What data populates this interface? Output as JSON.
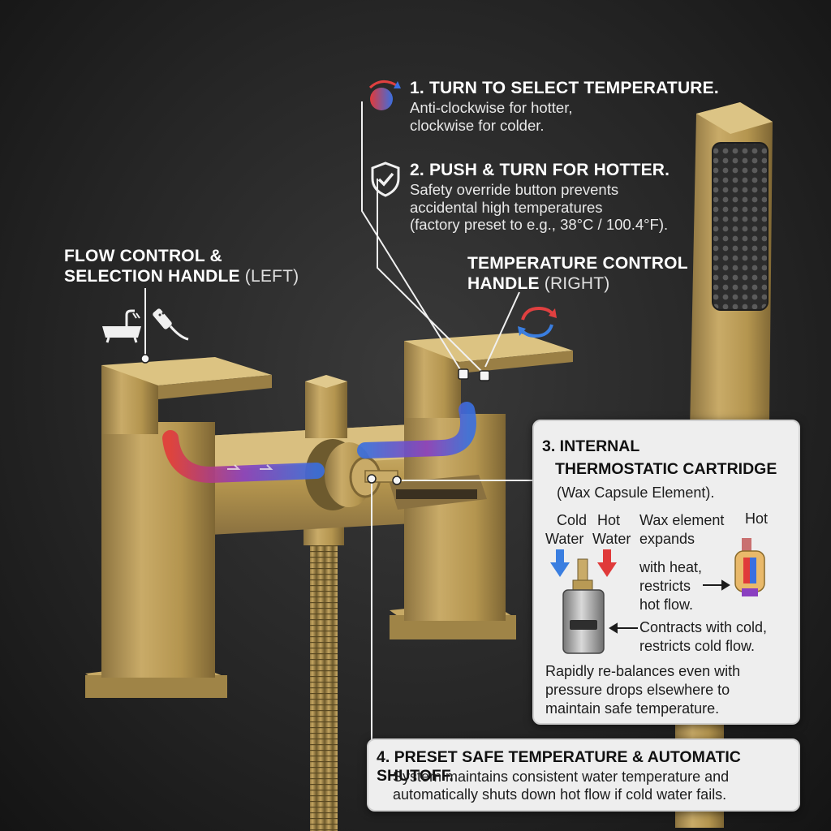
{
  "step1": {
    "title": "1. TURN TO SELECT TEMPERATURE.",
    "line1": "Anti-clockwise for hotter,",
    "line2": "clockwise for colder."
  },
  "step2": {
    "title": "2. PUSH & TURN FOR HOTTER.",
    "line1": "Safety override button prevents",
    "line2": "accidental high temperatures",
    "line3": "(factory preset to e.g., 38°C / 100.4°F)."
  },
  "flow_label": {
    "line1": "FLOW CONTROL &",
    "line2": "SELECTION HANDLE",
    "suffix": "(LEFT)"
  },
  "temp_label": {
    "line1": "TEMPERATURE CONTROL",
    "line2": "HANDLE",
    "suffix": "(RIGHT)"
  },
  "step3": {
    "title1": "3. INTERNAL",
    "title2": "THERMOSTATIC CARTRIDGE",
    "subtitle": "(Wax Capsule Element).",
    "cold_label_1": "Cold",
    "cold_label_2": "Water",
    "hot_label_1": "Hot",
    "hot_label_2": "Water",
    "wax_1": "Wax element",
    "wax_2": "expands",
    "hot_tag": "Hot",
    "heat_1": "with heat,",
    "heat_2": "restricts",
    "heat_3": "hot flow.",
    "cold_1": "Contracts with cold,",
    "cold_2": "restricts cold flow.",
    "summary_1": "Rapidly re-balances even with",
    "summary_2": "pressure drops elsewhere to",
    "summary_3": "maintain safe temperature."
  },
  "step4": {
    "title": "4. PRESET SAFE TEMPERATURE & AUTOMATIC SHUTOFF.",
    "line1": "System maintains consistent water temperature and",
    "line2": "automatically shuts down hot flow if cold water fails."
  },
  "colors": {
    "brass": "#b99a56",
    "hot": "#e03a3a",
    "cold": "#3a7ee0",
    "card_bg": "#eeeeee"
  },
  "icons": [
    "bathtub-icon",
    "hand-shower-icon",
    "rotate-arrows-icon",
    "shield-check-icon"
  ]
}
